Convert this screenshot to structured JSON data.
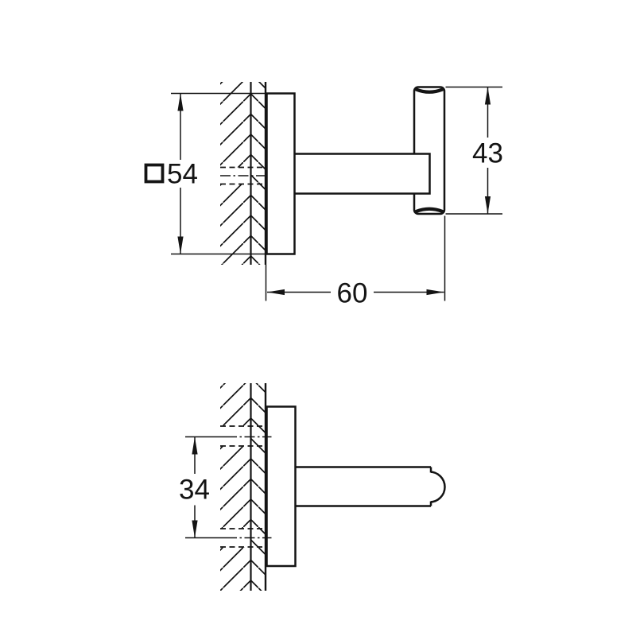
{
  "drawing": {
    "title": "wall-mounted robe hook technical drawing",
    "colors": {
      "line": "#141414",
      "background": "#ffffff"
    },
    "views": [
      {
        "name": "side-view"
      },
      {
        "name": "plan-view"
      }
    ],
    "dims": {
      "plate_size": {
        "value": "54",
        "symbol": "square-profile"
      },
      "hook_height": {
        "value": "43"
      },
      "projection": {
        "value": "60"
      },
      "hole_spacing": {
        "value": "34"
      }
    }
  }
}
